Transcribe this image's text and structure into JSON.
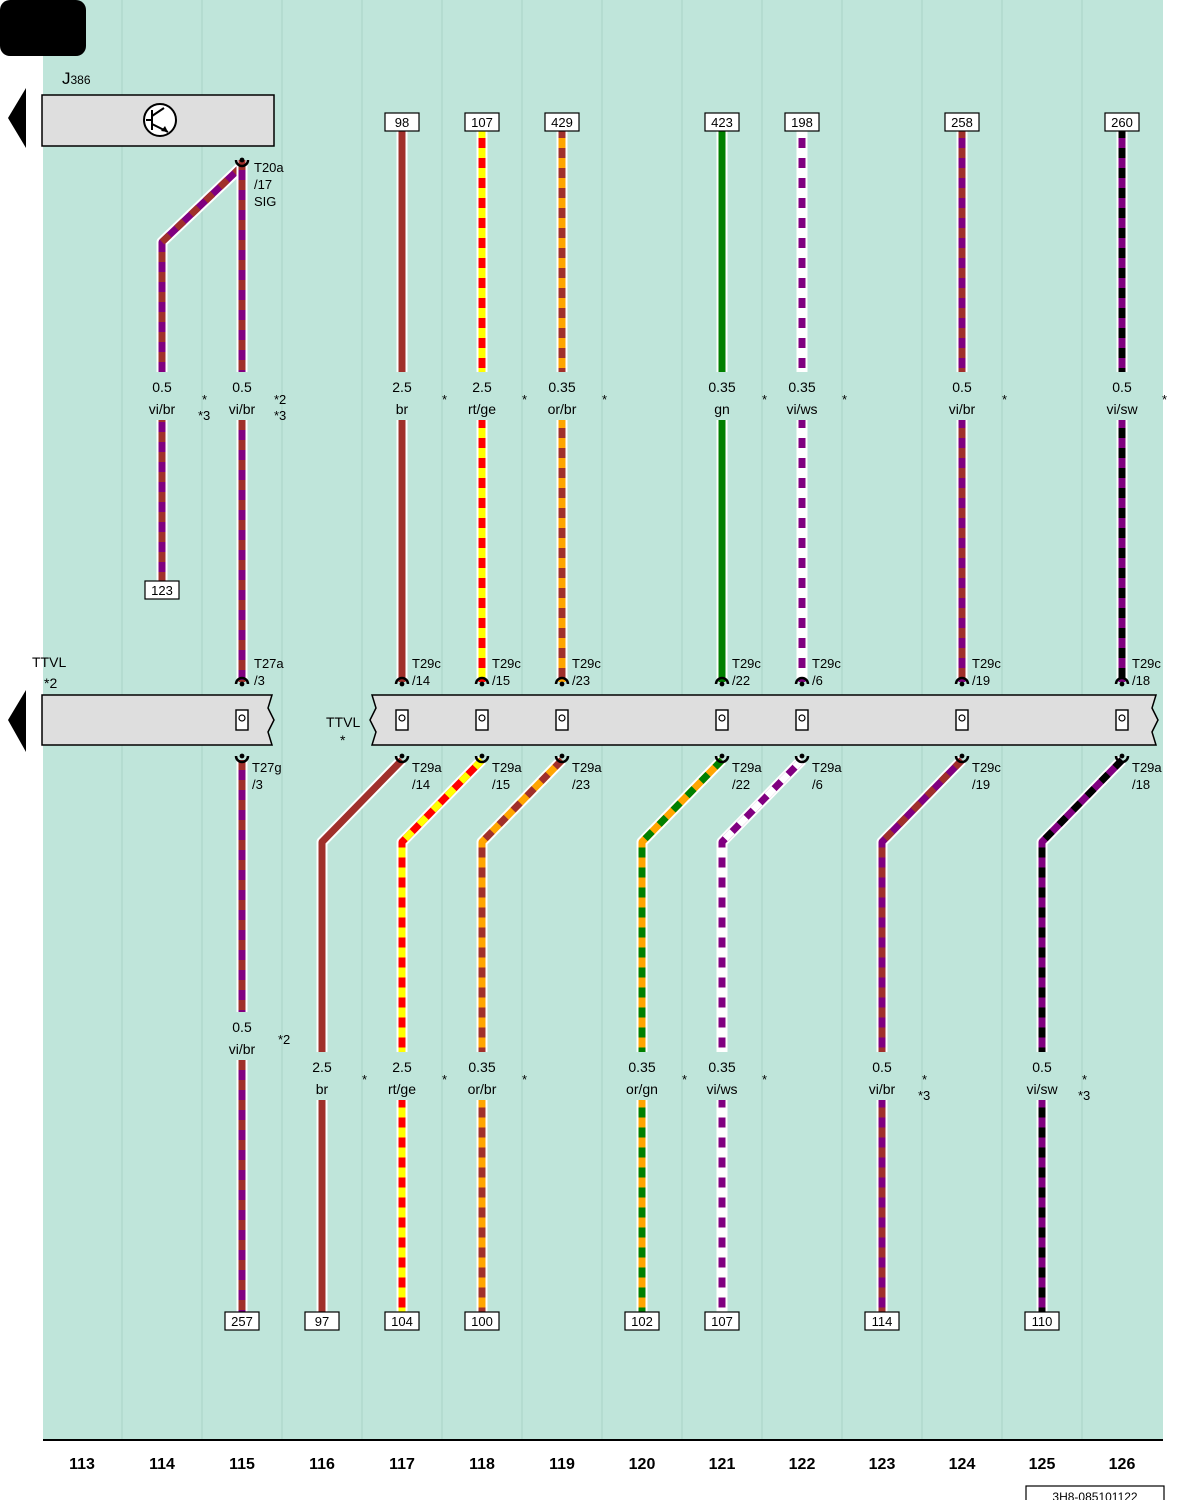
{
  "page_badge": "",
  "component": {
    "label": "J",
    "label_sub": "386",
    "pin_label": [
      "T20a",
      "/17",
      "SIG"
    ],
    "icon": "transistor-switch-icon"
  },
  "connector_left": {
    "label": "TTVL",
    "note": "*2"
  },
  "connector_right": {
    "label": "TTVL",
    "note": "*"
  },
  "columns": [
    "113",
    "114",
    "115",
    "116",
    "117",
    "118",
    "119",
    "120",
    "121",
    "122",
    "123",
    "124",
    "125",
    "126"
  ],
  "document_id": "3H8-085101122",
  "colors": {
    "background": "#bfe5da",
    "br": "#a0302b",
    "vi": "#800080",
    "rt": "#ff0000",
    "ge": "#ffff00",
    "or": "#ffa500",
    "gn": "#008000",
    "ws": "#ffffff",
    "sw": "#000000"
  },
  "upper_wires": [
    {
      "ref": "123",
      "size": "0.5",
      "color": "vi/br",
      "notes": [
        "*",
        "*3"
      ]
    },
    {
      "ref": "",
      "size": "0.5",
      "color": "vi/br",
      "notes": [
        "*2",
        "*3"
      ],
      "top_pin": "",
      "bottom_pin": [
        "T27a",
        "/3"
      ]
    },
    {
      "ref": "98",
      "size": "2.5",
      "color": "br",
      "notes": [
        "*"
      ],
      "bottom_pin": [
        "T29c",
        "/14"
      ]
    },
    {
      "ref": "107",
      "size": "2.5",
      "color": "rt/ge",
      "notes": [
        "*"
      ],
      "bottom_pin": [
        "T29c",
        "/15"
      ]
    },
    {
      "ref": "429",
      "size": "0.35",
      "color": "or/br",
      "notes": [
        "*"
      ],
      "bottom_pin": [
        "T29c",
        "/23"
      ]
    },
    {
      "ref": "423",
      "size": "0.35",
      "color": "gn",
      "notes": [
        "*"
      ],
      "bottom_pin": [
        "T29c",
        "/22"
      ]
    },
    {
      "ref": "198",
      "size": "0.35",
      "color": "vi/ws",
      "notes": [
        "*"
      ],
      "bottom_pin": [
        "T29c",
        "/6"
      ]
    },
    {
      "ref": "258",
      "size": "0.5",
      "color": "vi/br",
      "notes": [
        "*"
      ],
      "bottom_pin": [
        "T29c",
        "/19"
      ]
    },
    {
      "ref": "260",
      "size": "0.5",
      "color": "vi/sw",
      "notes": [
        "*"
      ],
      "bottom_pin": [
        "T29c",
        "/18"
      ]
    }
  ],
  "lower_wires": [
    {
      "ref": "257",
      "size": "0.5",
      "color": "vi/br",
      "notes": [
        "*2"
      ],
      "top_pin": [
        "T27g",
        "/3"
      ]
    },
    {
      "ref": "97",
      "size": "2.5",
      "color": "br",
      "notes": [
        "*"
      ],
      "top_pin": [
        "T29a",
        "/14"
      ]
    },
    {
      "ref": "104",
      "size": "2.5",
      "color": "rt/ge",
      "notes": [
        "*"
      ],
      "top_pin": [
        "T29a",
        "/15"
      ]
    },
    {
      "ref": "100",
      "size": "0.35",
      "color": "or/br",
      "notes": [
        "*"
      ],
      "top_pin": [
        "T29a",
        "/23"
      ]
    },
    {
      "ref": "102",
      "size": "0.35",
      "color": "or/gn",
      "notes": [
        "*"
      ],
      "top_pin": [
        "T29a",
        "/22"
      ]
    },
    {
      "ref": "107",
      "size": "0.35",
      "color": "vi/ws",
      "notes": [
        "*"
      ],
      "top_pin": [
        "T29a",
        "/6"
      ]
    },
    {
      "ref": "114",
      "size": "0.5",
      "color": "vi/br",
      "notes": [
        "*",
        "*3"
      ],
      "top_pin": [
        "T29c",
        "/19"
      ]
    },
    {
      "ref": "110",
      "size": "0.5",
      "color": "vi/sw",
      "notes": [
        "*",
        "*3"
      ],
      "top_pin": [
        "T29a",
        "/18"
      ]
    }
  ]
}
